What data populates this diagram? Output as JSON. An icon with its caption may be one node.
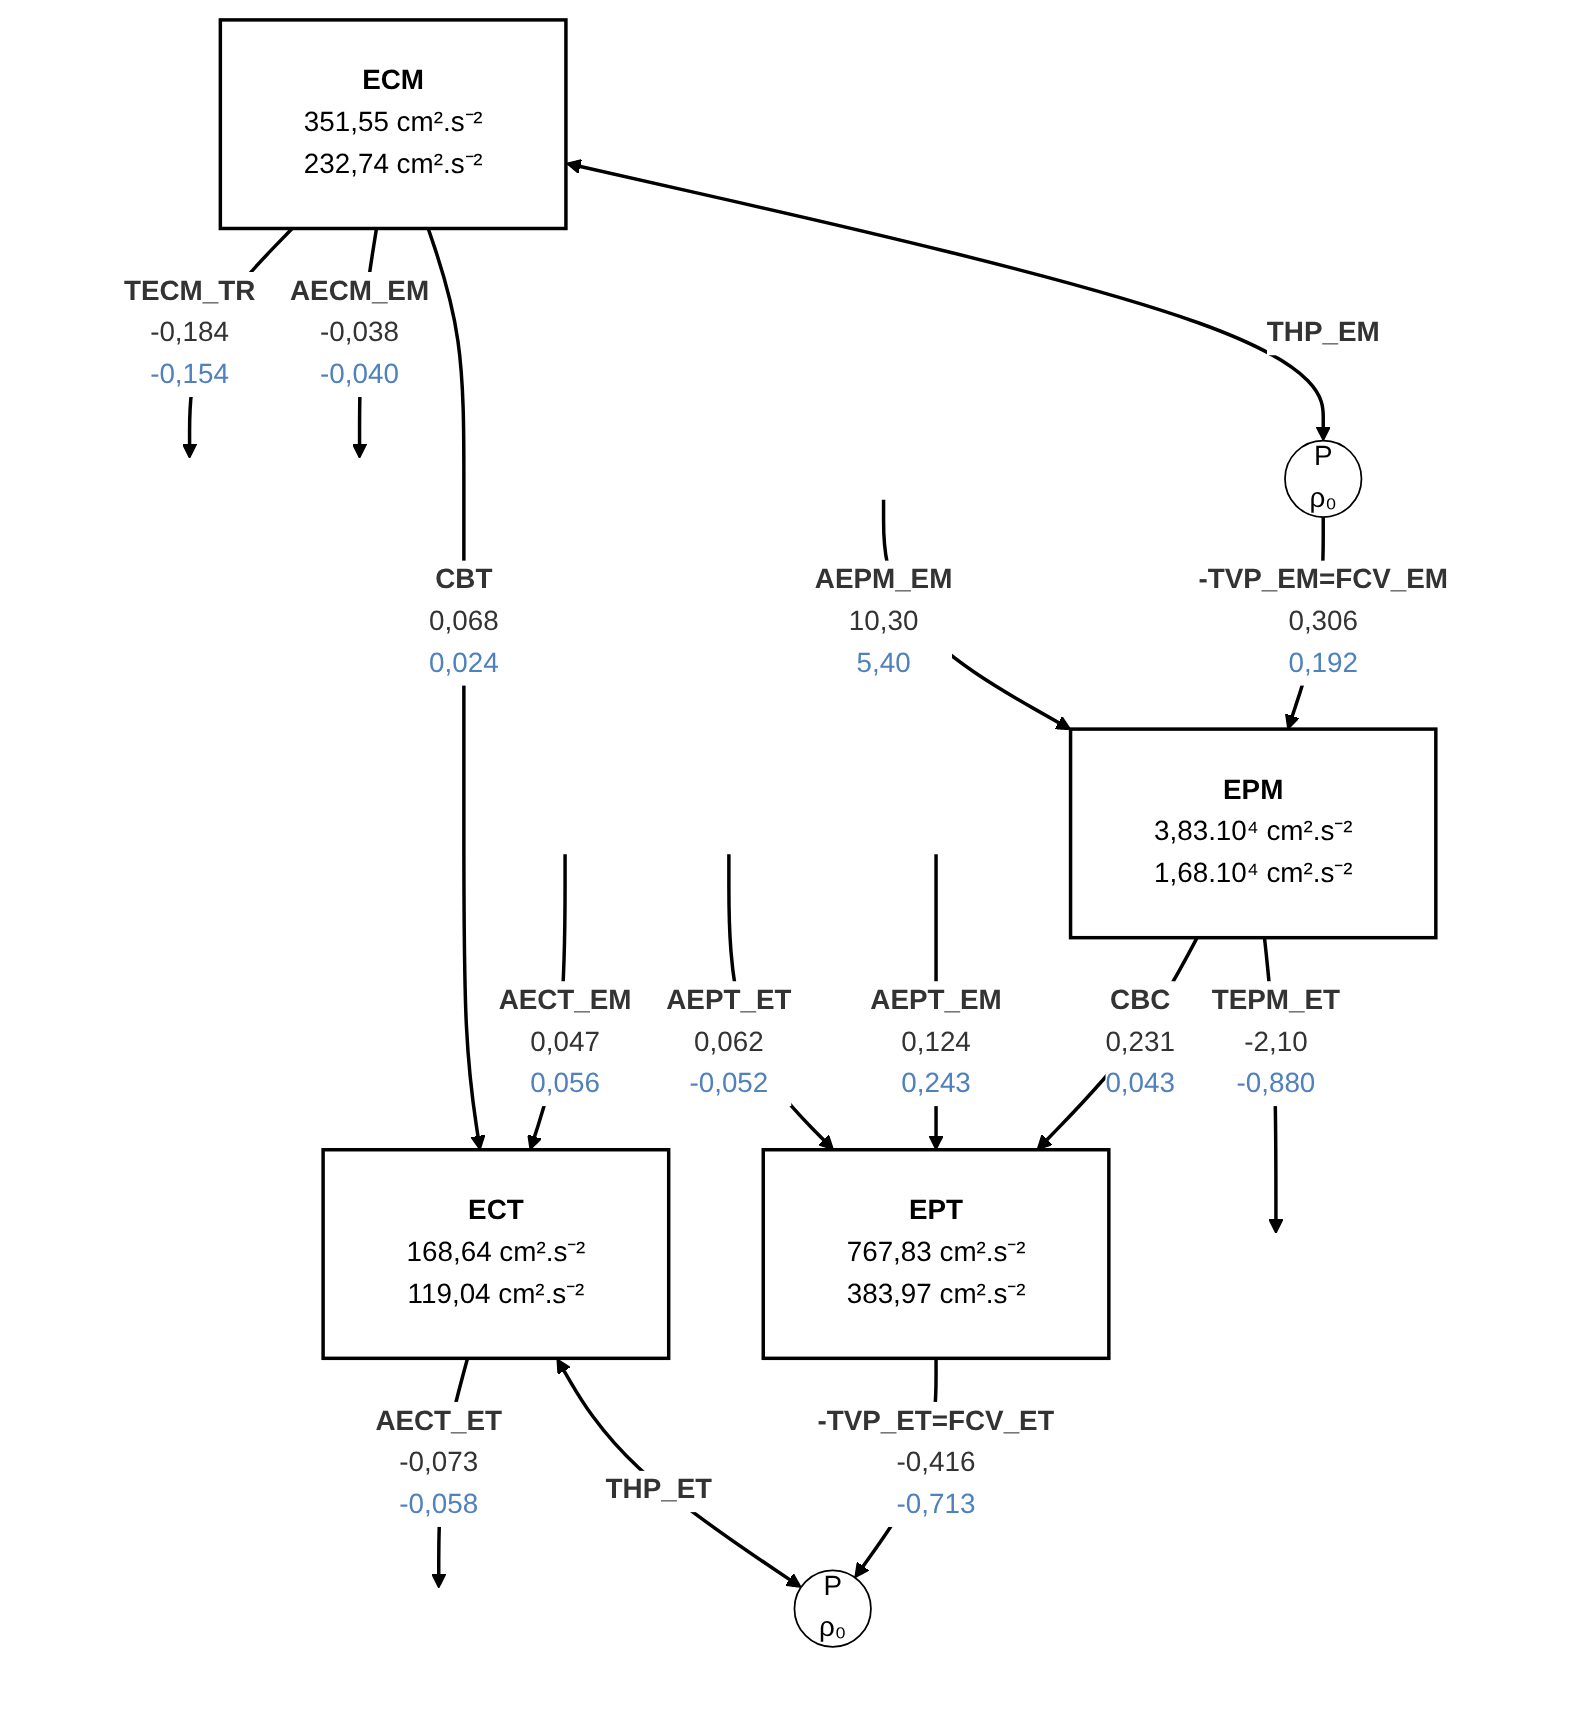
{
  "diagram": {
    "nodes": [
      {
        "text": [
          "ECM",
          "351,55 cm².s⁻²",
          "232,74 cm².s⁻²"
        ]
      },
      {
        "text": [
          "ECT",
          "168,64 cm².s⁻²",
          "119,04 cm².s⁻²"
        ]
      },
      {
        "text": [
          "P",
          "ρ₀"
        ]
      },
      {
        "text": [
          "P",
          "ρ₀"
        ]
      },
      {
        "text": [
          "EPM",
          "3,83.10⁴ cm².s⁻²",
          "1,68.10⁴ cm².s⁻²"
        ]
      },
      {
        "text": [
          "EPT",
          "767,83 cm².s⁻²",
          "383,97 cm².s⁻²"
        ]
      }
    ],
    "edges": [
      {
        "from": 0,
        "to": null,
        "arrow": "to",
        "label": "TECM_TR -0,184 -0,154"
      },
      {
        "from": null,
        "to": 1,
        "arrow": "to",
        "label": "AECT_EM 0,047 0,056"
      },
      {
        "from": 0,
        "to": null,
        "arrow": "to",
        "label": "AECM_EM -0,038 -0,040"
      },
      {
        "from": 0,
        "to": 1,
        "arrow": "to",
        "label": "CBT 0,068 0,024"
      },
      {
        "from": 1,
        "to": null,
        "arrow": "to",
        "label": "AECT_ET -0,073 -0,058"
      },
      {
        "from": 0,
        "to": 2,
        "arrow": "both",
        "label": "THP_EM"
      },
      {
        "from": 1,
        "to": 3,
        "arrow": "both",
        "label": "THP_ET"
      },
      {
        "from": 2,
        "to": 4,
        "arrow": "to",
        "label": "-TVP_EM=FCV_EM 0,306 0,192"
      },
      {
        "from": 5,
        "to": 3,
        "arrow": "to",
        "label": "-TVP_ET=FCV_ET -0,416 -0,713"
      },
      {
        "from": null,
        "to": 4,
        "arrow": "to",
        "label": "AEPM_EM 10,30 5,40"
      },
      {
        "from": 4,
        "to": 5,
        "arrow": "to",
        "label": "CBC 0,231 0,043"
      },
      {
        "from": null,
        "to": 5,
        "arrow": "to",
        "label": "AEPT_ET 0,062 -0,052"
      },
      {
        "from": 4,
        "to": null,
        "arrow": "to",
        "label": "TEPM_ET -2,10 -0,880"
      },
      {
        "from": null,
        "to": 5,
        "arrow": "to",
        "label": "AEPT_EM 0,124 0,243"
      }
    ]
  }
}
